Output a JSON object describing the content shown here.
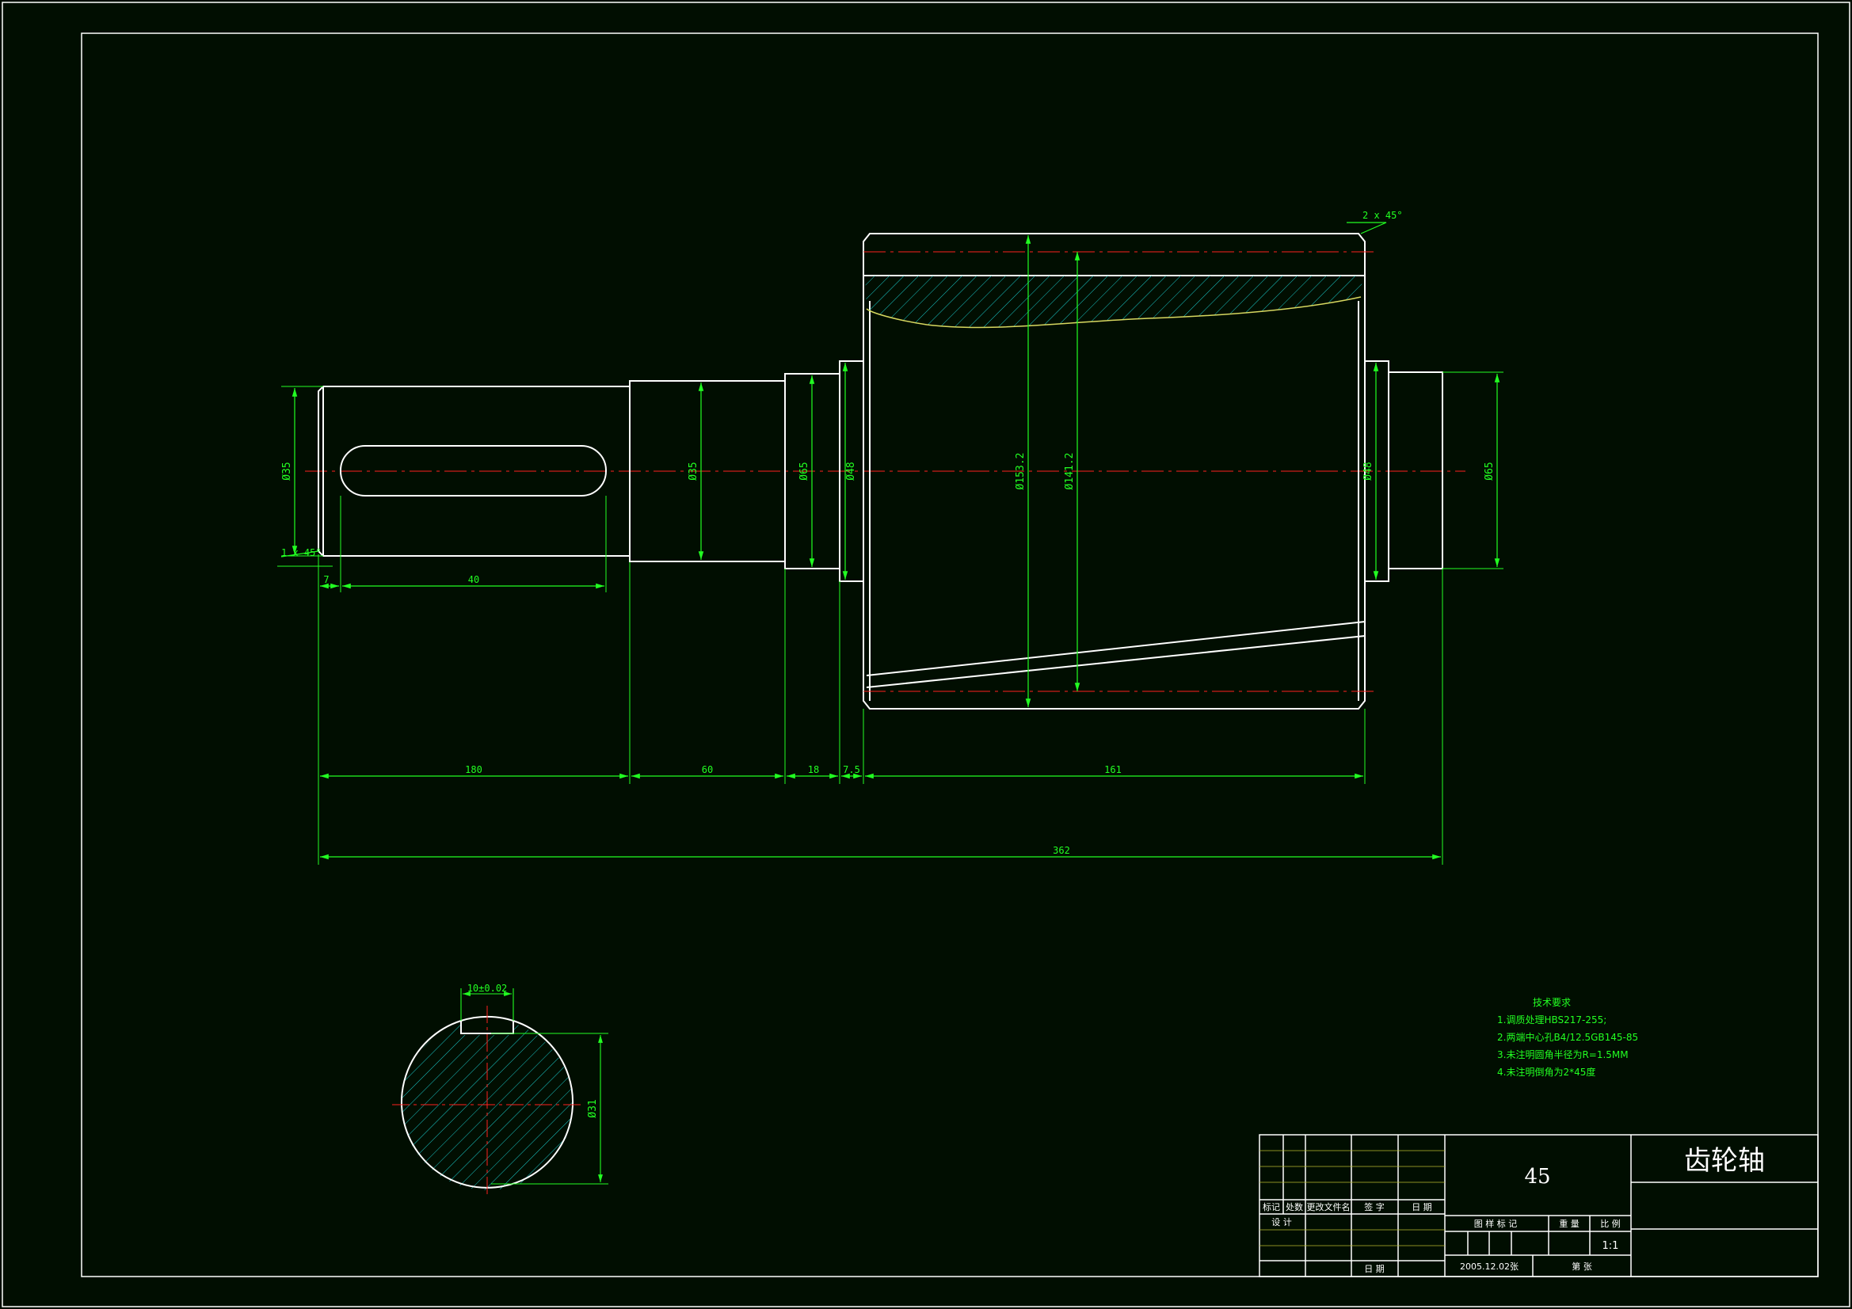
{
  "dimensions": {
    "d_left_shaft": "Ø35",
    "chamfer_left": "1 x 45°",
    "chamfer_gear": "2 x 45°",
    "d_step2": "Ø35",
    "d_step3": "Ø65",
    "d_collar": "Ø48",
    "d_gear_tip": "Ø153.2",
    "d_gear_root": "Ø141.2",
    "d_collar_right": "Ø48",
    "d_right_end": "Ø65",
    "key_offset": "7",
    "key_length": "40",
    "seg_1": "180",
    "seg_2": "60",
    "seg_3": "18",
    "seg_4": "7.5",
    "seg_gear": "161",
    "overall": "362",
    "section_key_width": "10±0.02",
    "section_depth": "Ø31"
  },
  "tech_requirements": {
    "title": "技术要求",
    "items": [
      "1.调质处理HBS217-255;",
      "2.两端中心孔B4/12.5GB145-85",
      "3.未注明圆角半径为R=1.5MM",
      "4.未注明倒角为2*45度"
    ]
  },
  "title_block": {
    "material": "45",
    "part_name": "齿轮轴",
    "scale": "1:1",
    "rev_headers": [
      "标记",
      "处数",
      "更改文件名",
      "签 字",
      "日 期"
    ],
    "design_label": "设 计",
    "date_label": "日 期",
    "stage_label": "图 样 标 记",
    "weight_label": "重 量",
    "scale_label": "比 例",
    "sheet_info": "2005.12.02张",
    "sheet_label": "第     张"
  },
  "colors": {
    "background": "#010e01",
    "outline": "#ffffff",
    "dimension": "#22ff22",
    "centerline": "#ff2020",
    "hatch": "#19c8c8",
    "contour": "#d8d860"
  }
}
